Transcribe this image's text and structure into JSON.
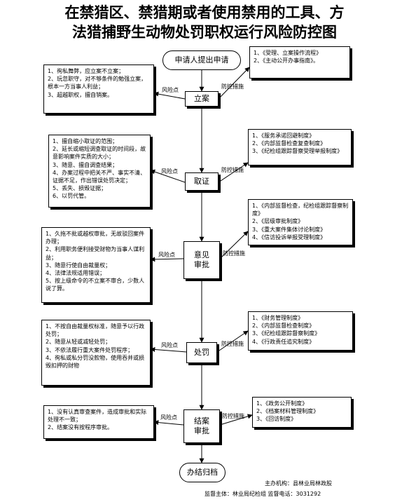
{
  "title": {
    "line1": "在禁猎区、禁猎期或者使用禁用的工具、方",
    "line2": "法猎捕野生动物处罚职权运行风险防控图"
  },
  "flow": {
    "start": "申请人提出申请",
    "steps": [
      "立案",
      "取证",
      "意见\n审批",
      "处罚",
      "结案\n审批"
    ],
    "end": "办结归档"
  },
  "labels": {
    "risk_point": "风险点",
    "control_measure": "防控措施"
  },
  "risks": [
    "1、徇私舞弊，应立案不立案；\n2、玩忽职守，对不够条件的勉强立案，根本一方当事人利益；\n3、超越职权，擅自销案。",
    "1、擅自缩小取证的范围；\n2、延长或缩短调查取证的时间段，故意影响案件实质的大小；\n3、随意、擅自调查结果；\n4、办案过程中把关不严、事实不清、证据不足，作出错误处罚决定；\n5、丢失、损毁证据；\n6、以罚代管。",
    "1、久拖不批或越权审批，无故驳回案件办理；\n2、利用职务便利接受财物为当事人谋利益；\n3、随意行使自由裁量权；\n4、法律法规适用错误；\n5、按上级命令的不立案不审合，少数人说了算。",
    "1、不按自由裁量权标准，随意予以行政处罚；\n2、随意从轻或减轻处罚；\n3、不依法履行重大案件处罚程序；\n4、徇私或私分罚没款物，使用吞并或损毁扣押的财物",
    "1、没有认真审查案件，造成审批和实际处理不一致；\n2、结案没有按程序审批。"
  ],
  "measures": [
    "1、《受理、立案操作流程》\n2、《主动公开办事指南》。",
    "1、《服务承诺回避制度》\n2、《内部监督检查复查制度》\n3、《纪检组跟踪督察受理举报制度》",
    "1、《内部监督检查，纪检组跟踪督察制度》\n2、《层级审批制度》\n3、《重大案件集体讨论制度》\n4、《信访投诉举报受理制度》",
    "1、《财务管理制度》\n2、《内部监督检查制度》\n3、《纪检组跟踪督察制度》\n4、《行政责任追究制度》",
    "1、《政务公开制度》\n2、《档案材料管理制度》\n3、《回访制度》"
  ],
  "footer": {
    "line1": "主办机构：县林业局林政股",
    "line2": "监督主体：林业局纪检组 监督电话：3031292"
  }
}
